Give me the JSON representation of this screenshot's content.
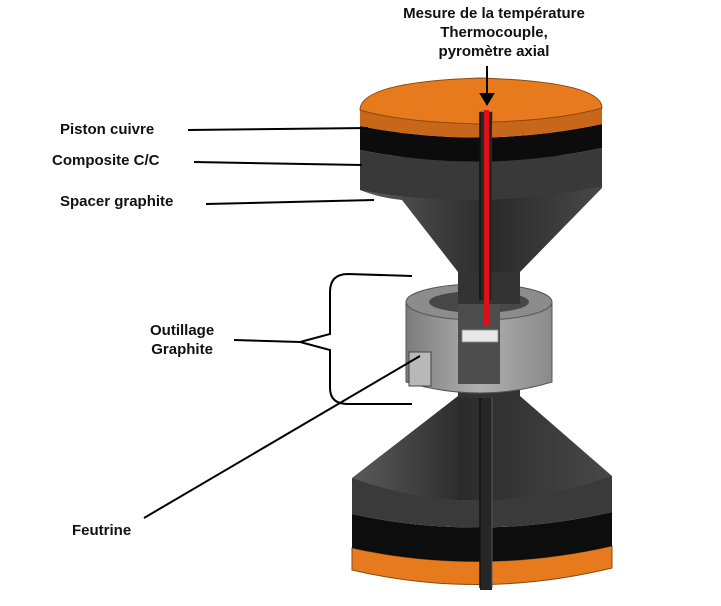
{
  "labels": {
    "measure_line1": "Mesure de la température",
    "measure_line2": "Thermocouple,",
    "measure_line3": "pyromètre axial",
    "piston": "Piston cuivre",
    "composite": "Composite C/C",
    "spacer": "Spacer graphite",
    "outillage_line1": "Outillage",
    "outillage_line2": "Graphite",
    "feutrine": "Feutrine"
  },
  "colors": {
    "copper": "#e87a1e",
    "copper_dark": "#b85a10",
    "graphite": "#3a3a3a",
    "graphite_light": "#505050",
    "composite": "#0c0c0c",
    "die_outer": "#9a9a9a",
    "die_inner": "#4a4a4a",
    "thermocouple": "#e0101a",
    "leader": "#000000"
  }
}
